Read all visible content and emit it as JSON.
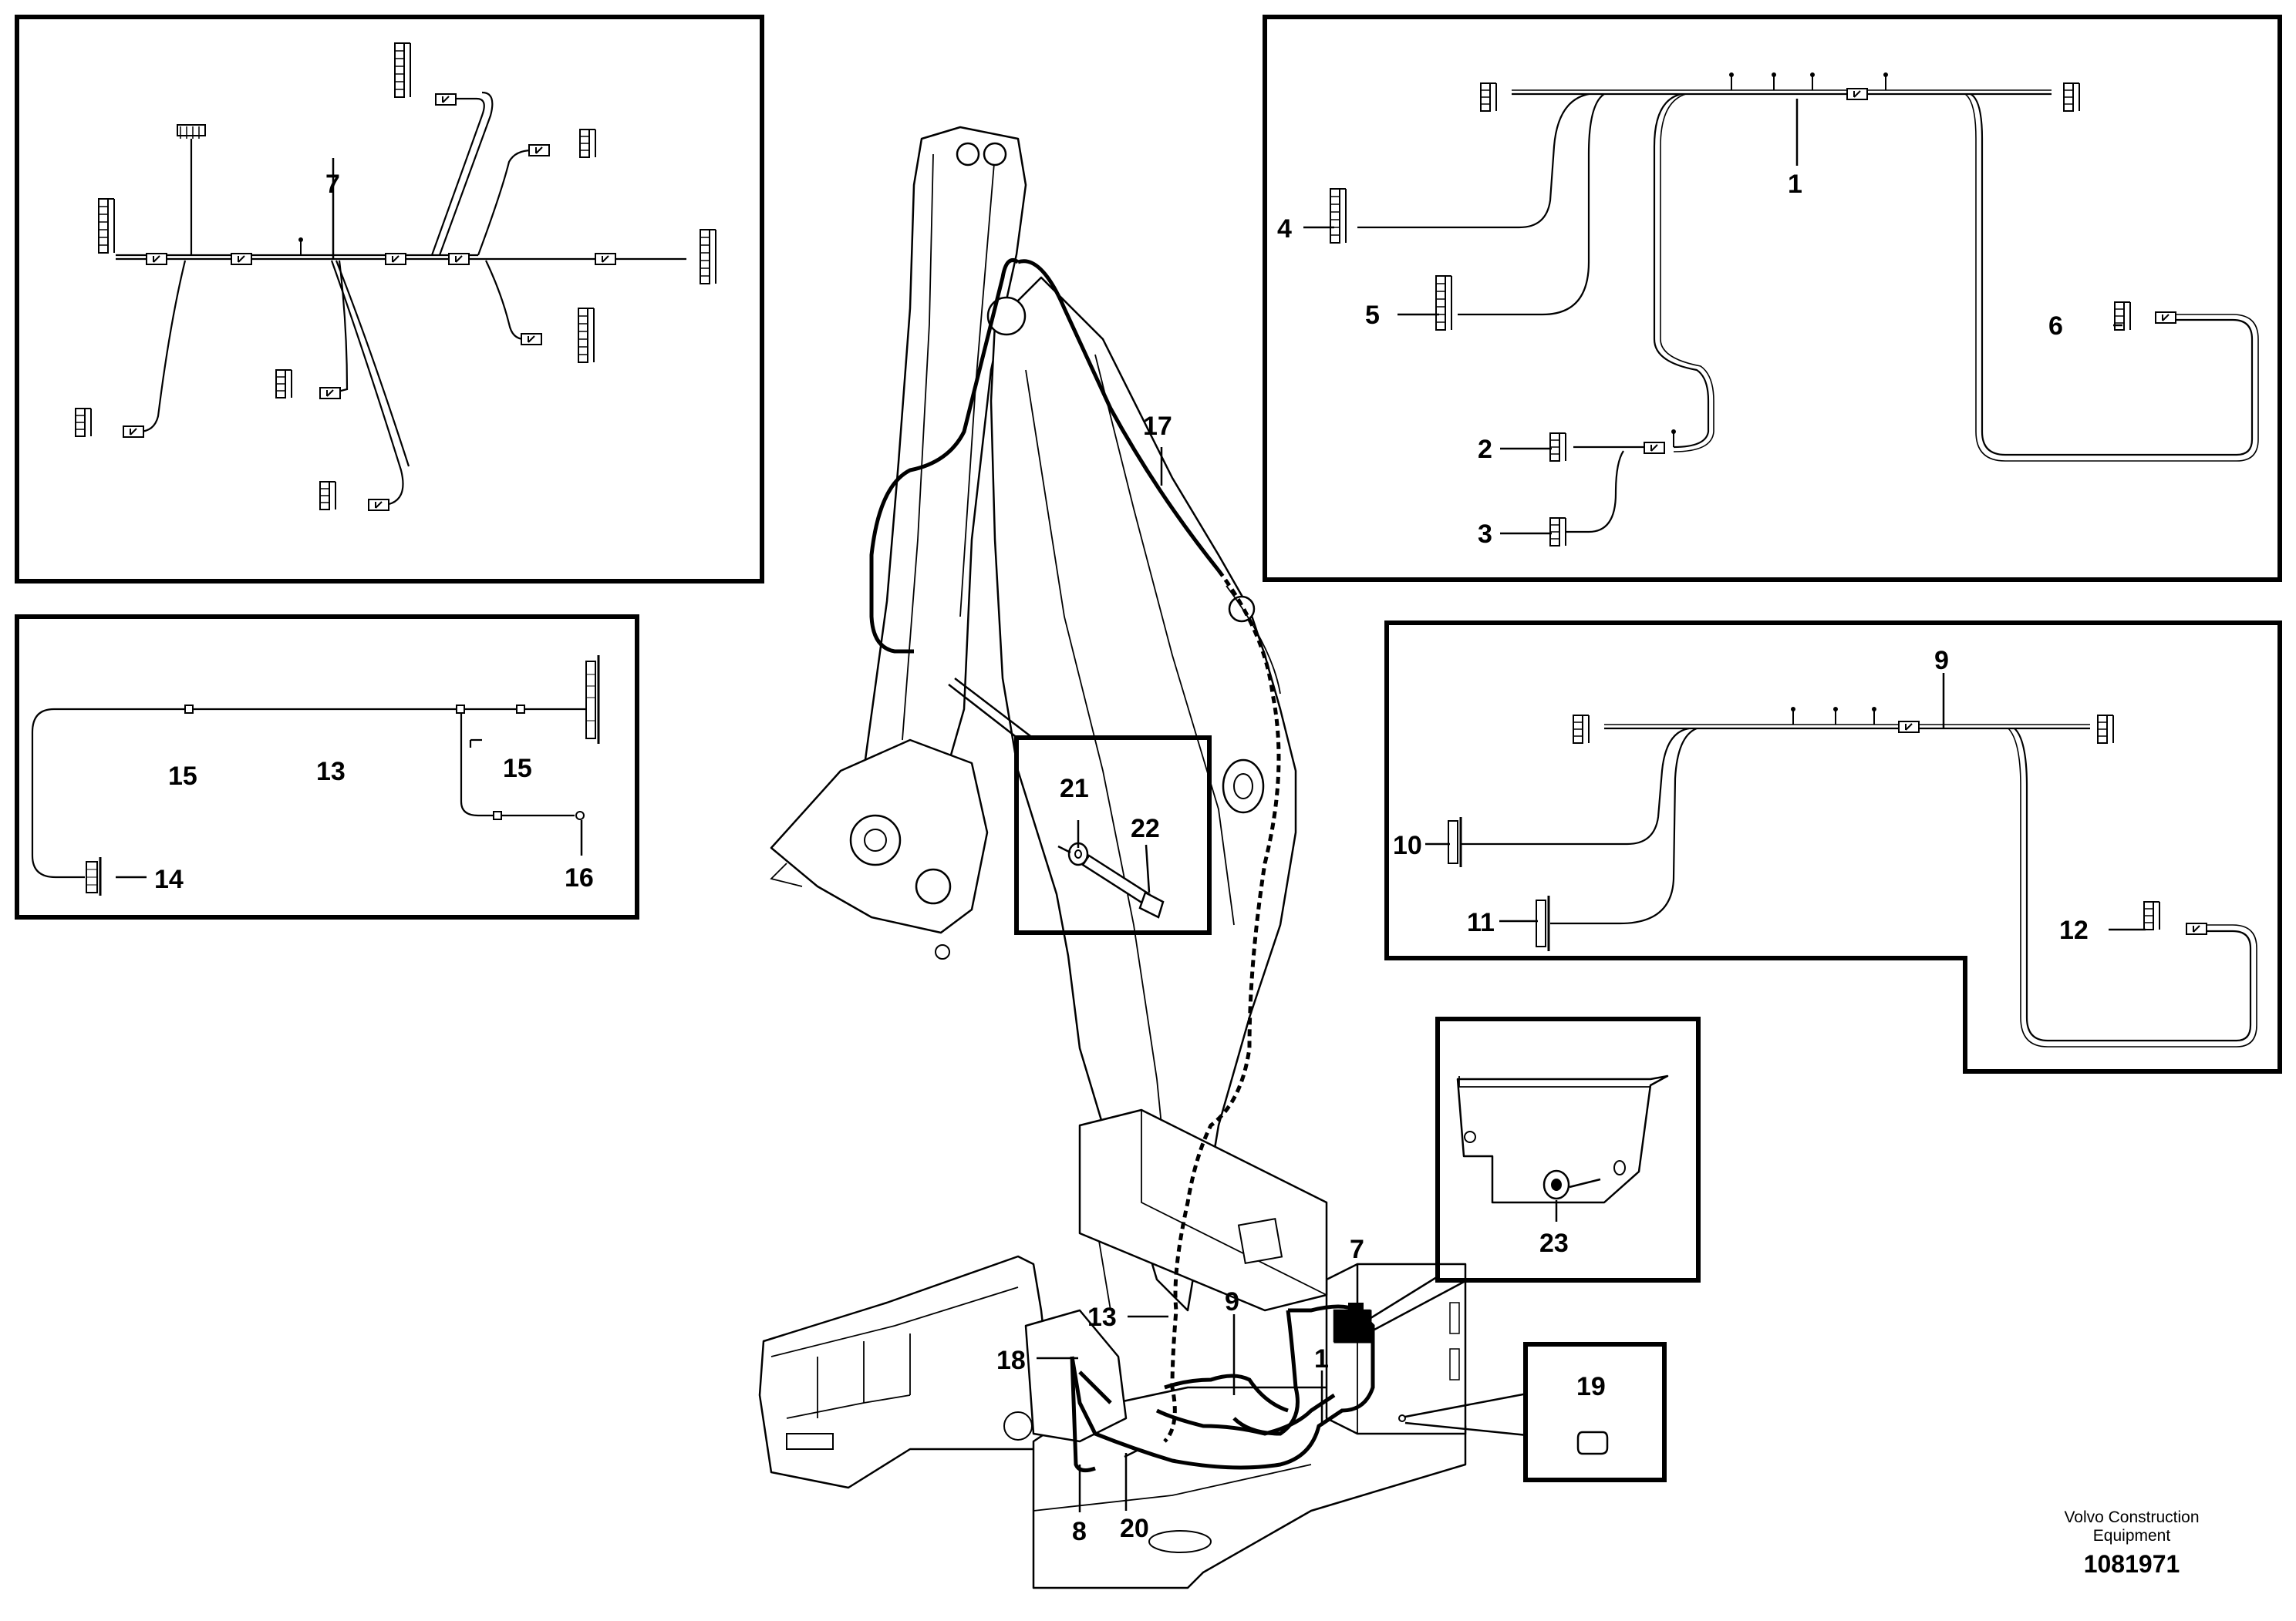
{
  "callouts": {
    "c1a": "1",
    "c2": "2",
    "c3": "3",
    "c4": "4",
    "c5": "5",
    "c6": "6",
    "c7a": "7",
    "c9a": "9",
    "c10": "10",
    "c11": "11",
    "c12": "12",
    "c13a": "13",
    "c14": "14",
    "c15a": "15",
    "c15b": "15",
    "c16": "16",
    "c17": "17",
    "c21": "21",
    "c22": "22",
    "c23": "23",
    "c19": "19",
    "c7b": "7",
    "c13b": "13",
    "c9b": "9",
    "c18": "18",
    "c1b": "1",
    "c8": "8",
    "c20": "20"
  },
  "footer": {
    "brand_line1": "Volvo Construction",
    "brand_line2": "Equipment",
    "drawing_number": "1081971"
  },
  "colors": {
    "ink": "#000000",
    "paper": "#ffffff"
  },
  "icons": [
    "connector-icon",
    "cable-tie-icon",
    "bolt-icon",
    "washer-icon",
    "nut-icon",
    "grommet-icon"
  ]
}
